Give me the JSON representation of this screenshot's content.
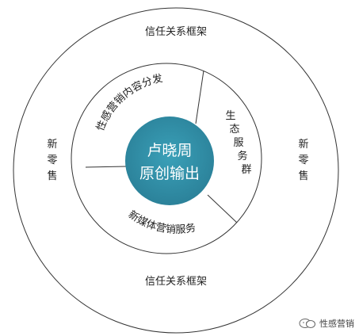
{
  "diagram": {
    "outer_ring_top": "信任关系框架",
    "outer_ring_bottom": "信任关系框架",
    "outer_left": [
      "新",
      "零",
      "售"
    ],
    "outer_right": [
      "新",
      "零",
      "售"
    ],
    "middle_arc_top": "性感营销内容分发",
    "middle_right": [
      "生",
      "态",
      "服",
      "务",
      "群"
    ],
    "middle_arc_bottom": "新媒体营销服务",
    "center_line1": "卢晓周",
    "center_line2": "原创输出"
  },
  "colors": {
    "center_fill": "#2f8fa8",
    "ring_stroke": "#333333"
  },
  "watermark": {
    "icon": "wechat-icon",
    "text": "性感营销"
  }
}
